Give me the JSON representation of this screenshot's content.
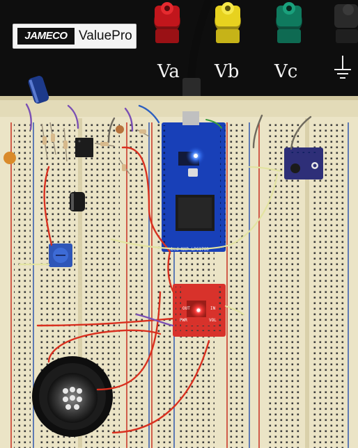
{
  "logo": {
    "brand": "JAMECO",
    "product": "ValuePro"
  },
  "posts": {
    "va": "Va",
    "vb": "Vb",
    "vc": "Vc"
  },
  "mbed": {
    "bottom_text": "mbed NXP LPC1768"
  },
  "amp_board": {
    "out_label": "OUT",
    "in_label": "IN",
    "pwr_label": "PWR",
    "vol_label": "VOL"
  },
  "colors": {
    "board_frame": "#111111",
    "breadboard": "#ebe4c6",
    "hole": "#3a3a3a",
    "rail_red": "#c93a2a",
    "rail_blue": "#3b5fb0",
    "mbed_blue": "#1840b8",
    "amp_red": "#d8322b",
    "wire_red": "#d9301f"
  }
}
